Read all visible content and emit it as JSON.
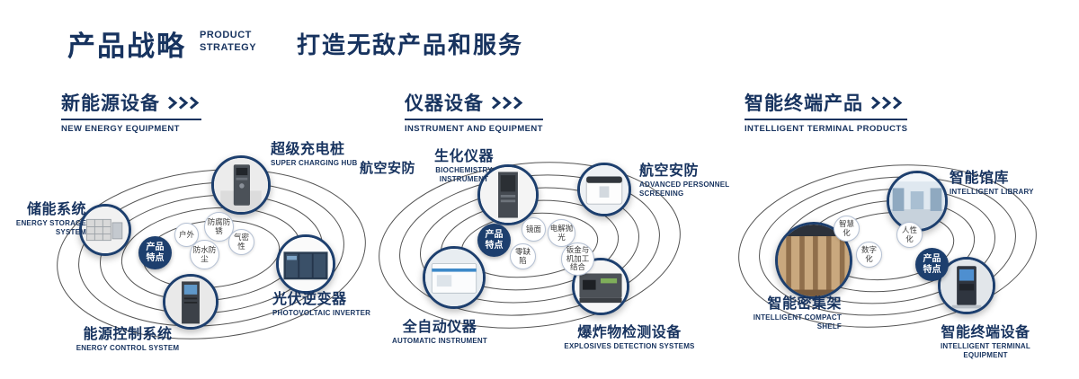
{
  "header": {
    "title_cn": "产品战略",
    "title_en": [
      "PRODUCT",
      "STRATEGY"
    ],
    "slogan": "打造无敌产品和服务"
  },
  "badge_label": "产品特点",
  "sections": [
    {
      "title_cn": "新能源设备",
      "title_en": "NEW ENERGY EQUIPMENT",
      "features": [
        "户外",
        "防腐防锈",
        "气密性",
        "防水防尘"
      ],
      "products": [
        {
          "cn": "超级充电桩",
          "en": "SUPER CHARGING HUB"
        },
        {
          "cn": "储能系统",
          "en": "ENERGY STORAGE SYSTEM"
        },
        {
          "cn": "光伏逆变器",
          "en": "PHOTOVOLTAIC INVERTER"
        },
        {
          "cn": "能源控制系统",
          "en": "ENERGY CONTROL SYSTEM"
        }
      ]
    },
    {
      "title_cn": "仪器设备",
      "title_en": "INSTRUMENT AND EQUIPMENT",
      "side_label": "航空安防",
      "features": [
        "镜面",
        "电解抛光",
        "零缺陷",
        "钣金与机加工结合"
      ],
      "products": [
        {
          "cn": "生化仪器",
          "en": "BIOCHEMISTRY INSTRUMENT"
        },
        {
          "cn": "航空安防",
          "en": "ADVANCED PERSONNEL SCREENING"
        },
        {
          "cn": "全自动仪器",
          "en": "AUTOMATIC INSTRUMENT"
        },
        {
          "cn": "爆炸物检测设备",
          "en": "EXPLOSIVES DETECTION SYSTEMS"
        }
      ]
    },
    {
      "title_cn": "智能终端产品",
      "title_en": "INTELLIGENT TERMINAL PRODUCTS",
      "features": [
        "智慧化",
        "人性化",
        "数字化"
      ],
      "products": [
        {
          "cn": "智能馆库",
          "en": "INTELLIGENT LIBRARY"
        },
        {
          "cn": "智能密集架",
          "en": "INTELLIGENT COMPACT SHELF"
        },
        {
          "cn": "智能终端设备",
          "en": "INTELLIGENT TERMINAL EQUIPMENT"
        }
      ]
    }
  ],
  "colors": {
    "primary": "#17335f",
    "ring": "#555555"
  }
}
